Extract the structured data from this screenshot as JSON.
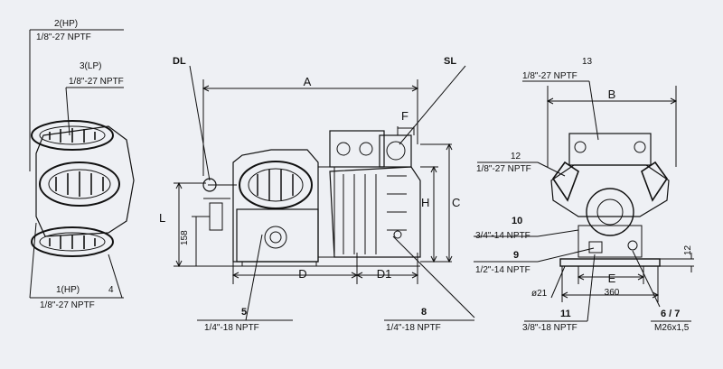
{
  "left_view": {
    "c2_num": "2(HP)",
    "c2_spec": "1/8\"-27 NPTF",
    "c3_num": "3(LP)",
    "c3_spec": "1/8\"-27 NPTF",
    "c1_num": "1(HP)",
    "c4_num": "4",
    "c14_spec": "1/8\"-27 NPTF"
  },
  "side_view": {
    "dl": "DL",
    "sl": "SL",
    "a": "A",
    "f": "F",
    "h": "H",
    "c": "C",
    "l": "L",
    "v158": "158",
    "d": "D",
    "d1": "D1",
    "c5_num": "5",
    "c5_spec": "1/4\"-18 NPTF",
    "c8_num": "8",
    "c8_spec": "1/4\"-18 NPTF"
  },
  "front_view": {
    "b": "B",
    "e": "E",
    "v360": "360",
    "v12": "12",
    "d21": "ø21",
    "c13_num": "13",
    "c13_spec": "1/8\"-27 NPTF",
    "c12_num": "12",
    "c12_spec": "1/8\"-27 NPTF",
    "c10_num": "10",
    "c10_spec": "3/4\"-14 NPTF",
    "c9_num": "9",
    "c9_spec": "1/2\"-14 NPTF",
    "c11_num": "11",
    "c11_spec": "3/8\"-18 NPTF",
    "c67_num": "6 / 7",
    "c67_spec": "M26x1,5"
  }
}
